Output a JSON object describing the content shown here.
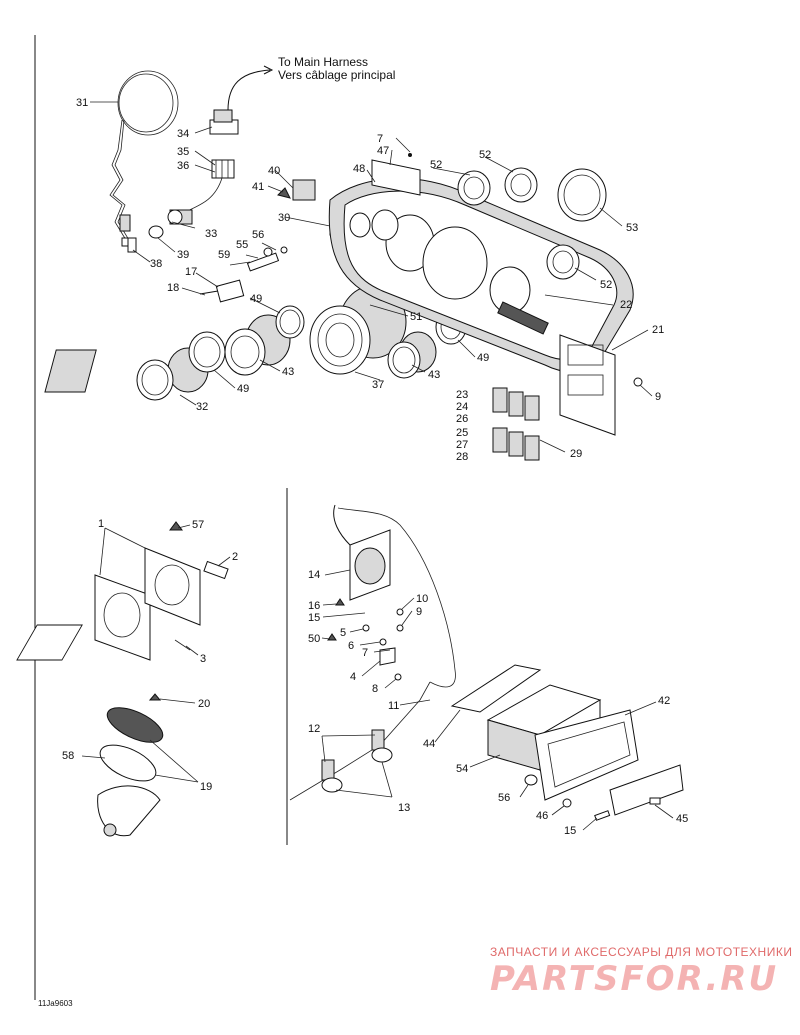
{
  "harness_note": {
    "line1": "To Main Harness",
    "line2": "Vers câblage principal"
  },
  "callouts": {
    "c1": "1",
    "c2": "2",
    "c3": "3",
    "c4": "4",
    "c5": "5",
    "c6": "6",
    "c7a": "7",
    "c7b": "7",
    "c8": "8",
    "c9a": "9",
    "c9b": "9",
    "c10": "10",
    "c11": "11",
    "c12": "12",
    "c13": "13",
    "c14": "14",
    "c15a": "15",
    "c15b": "15",
    "c16": "16",
    "c17": "17",
    "c18": "18",
    "c19": "19",
    "c20": "20",
    "c21": "21",
    "c22": "22",
    "c23": "23",
    "c24": "24",
    "c25": "25",
    "c26": "26",
    "c27": "27",
    "c28": "28",
    "c29": "29",
    "c30": "30",
    "c31": "31",
    "c32": "32",
    "c33": "33",
    "c34": "34",
    "c35": "35",
    "c36": "36",
    "c37": "37",
    "c38": "38",
    "c39": "39",
    "c40": "40",
    "c41": "41",
    "c42": "42",
    "c43a": "43",
    "c43b": "43",
    "c44": "44",
    "c45": "45",
    "c46": "46",
    "c47": "47",
    "c48": "48",
    "c49a": "49",
    "c49b": "49",
    "c49c": "49",
    "c50": "50",
    "c51": "51",
    "c52a": "52",
    "c52b": "52",
    "c52c": "52",
    "c53": "53",
    "c54": "54",
    "c55": "55",
    "c56": "56",
    "c57": "57",
    "c58": "58",
    "c59": "59"
  },
  "drawing_code": "11Ja9603",
  "watermark": {
    "line1": "ЗАПЧАСТИ И АКСЕССУАРЫ ДЛЯ МОТОТЕХНИКИ",
    "line2": "PARTSFOR.RU"
  }
}
